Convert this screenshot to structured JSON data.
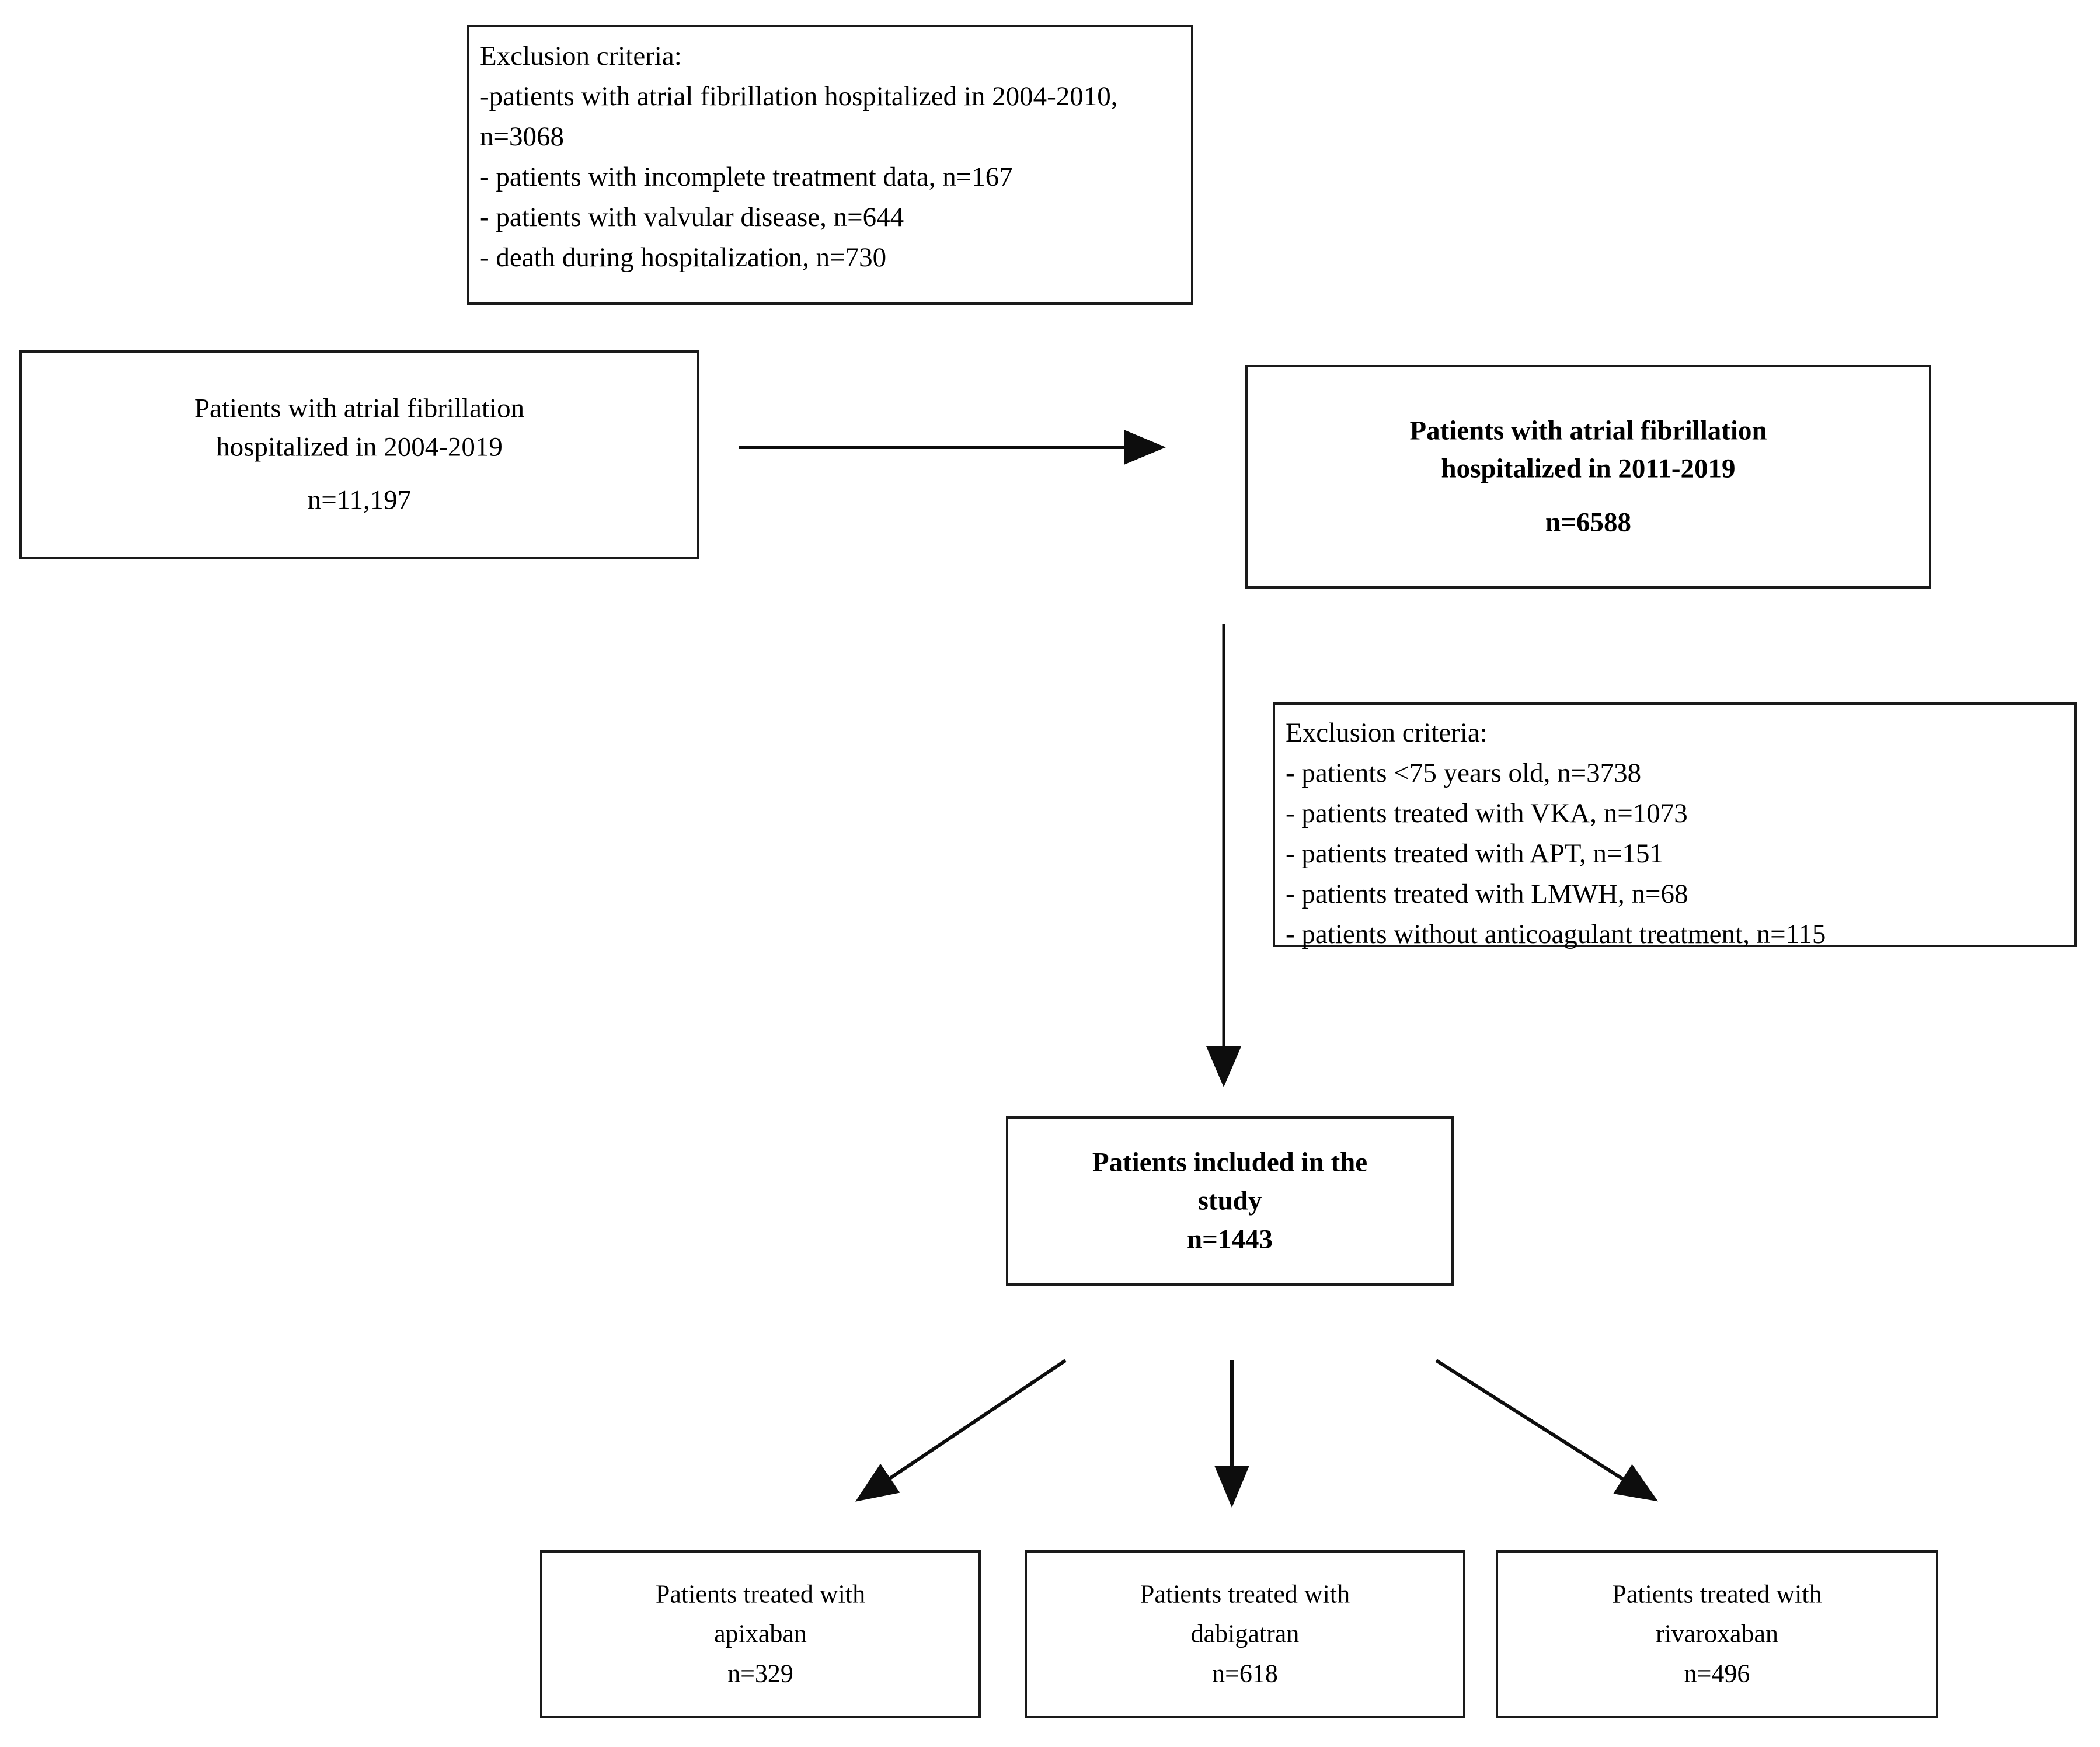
{
  "diagram": {
    "title": "Patient selection flow chart",
    "exclusion_top": {
      "heading": "Exclusion criteria:",
      "items": [
        "-patients  with atrial fibrillation hospitalized in 2004-2010, n=3068",
        "- patients with incomplete treatment data, n=167",
        "- patients with valvular disease, n=644",
        "- death during hospitalization, n=730"
      ]
    },
    "box_all_patients": {
      "line1": "Patients with atrial fibrillation",
      "line2": "hospitalized in 2004-2019",
      "count": "n=11,197"
    },
    "box_2011_2019": {
      "line1": "Patients with atrial fibrillation",
      "line2": "hospitalized in 2011-2019",
      "count": "n=6588"
    },
    "exclusion_second": {
      "heading": "Exclusion criteria:",
      "items": [
        "- patients <75 years old, n=3738",
        "- patients treated with VKA, n=1073",
        "- patients treated with APT, n=151",
        "- patients treated with LMWH, n=68",
        "- patients without anticoagulant treatment, n=115"
      ]
    },
    "box_included": {
      "line1": "Patients included in the",
      "line2": "study",
      "count": "n=1443"
    },
    "treatment_groups": [
      {
        "line1": "Patients treated with",
        "line2": "apixaban",
        "count": "n=329"
      },
      {
        "line1": "Patients treated with",
        "line2": "dabigatran",
        "count": "n=618"
      },
      {
        "line1": "Patients treated with",
        "line2": "rivaroxaban",
        "count": "n=496"
      }
    ],
    "colors": {
      "border": "#1a1a1a",
      "text": "#000000",
      "background": "#ffffff",
      "arrow": "#0d0d0d"
    }
  },
  "chart_data": {
    "type": "diagram",
    "title": "Patient selection flow chart",
    "nodes": [
      {
        "id": "all",
        "label": "Patients with atrial fibrillation hospitalized in 2004-2019",
        "n": 11197
      },
      {
        "id": "excl1",
        "label": "Exclusion criteria (2004-2010 cohort and data issues)",
        "n": null
      },
      {
        "id": "cohort2011",
        "label": "Patients with atrial fibrillation hospitalized in 2011-2019",
        "n": 6588
      },
      {
        "id": "excl2",
        "label": "Exclusion criteria (age and treatment)",
        "n": null
      },
      {
        "id": "included",
        "label": "Patients included in the study",
        "n": 1443
      },
      {
        "id": "apixaban",
        "label": "Patients treated with apixaban",
        "n": 329
      },
      {
        "id": "dabigatran",
        "label": "Patients treated with dabigatran",
        "n": 618
      },
      {
        "id": "rivaroxaban",
        "label": "Patients treated with rivaroxaban",
        "n": 496
      }
    ],
    "exclusions_stage1": [
      {
        "reason": "patients with atrial fibrillation hospitalized in 2004-2010",
        "n": 3068
      },
      {
        "reason": "patients with incomplete treatment data",
        "n": 167
      },
      {
        "reason": "patients with valvular disease",
        "n": 644
      },
      {
        "reason": "death during hospitalization",
        "n": 730
      }
    ],
    "exclusions_stage2": [
      {
        "reason": "patients <75 years old",
        "n": 3738
      },
      {
        "reason": "patients treated with VKA",
        "n": 1073
      },
      {
        "reason": "patients treated with APT",
        "n": 151
      },
      {
        "reason": "patients treated with LMWH",
        "n": 68
      },
      {
        "reason": "patients without anticoagulant treatment",
        "n": 115
      }
    ],
    "edges": [
      {
        "from": "all",
        "to": "cohort2011"
      },
      {
        "from": "cohort2011",
        "to": "included"
      },
      {
        "from": "included",
        "to": "apixaban"
      },
      {
        "from": "included",
        "to": "dabigatran"
      },
      {
        "from": "included",
        "to": "rivaroxaban"
      }
    ]
  }
}
